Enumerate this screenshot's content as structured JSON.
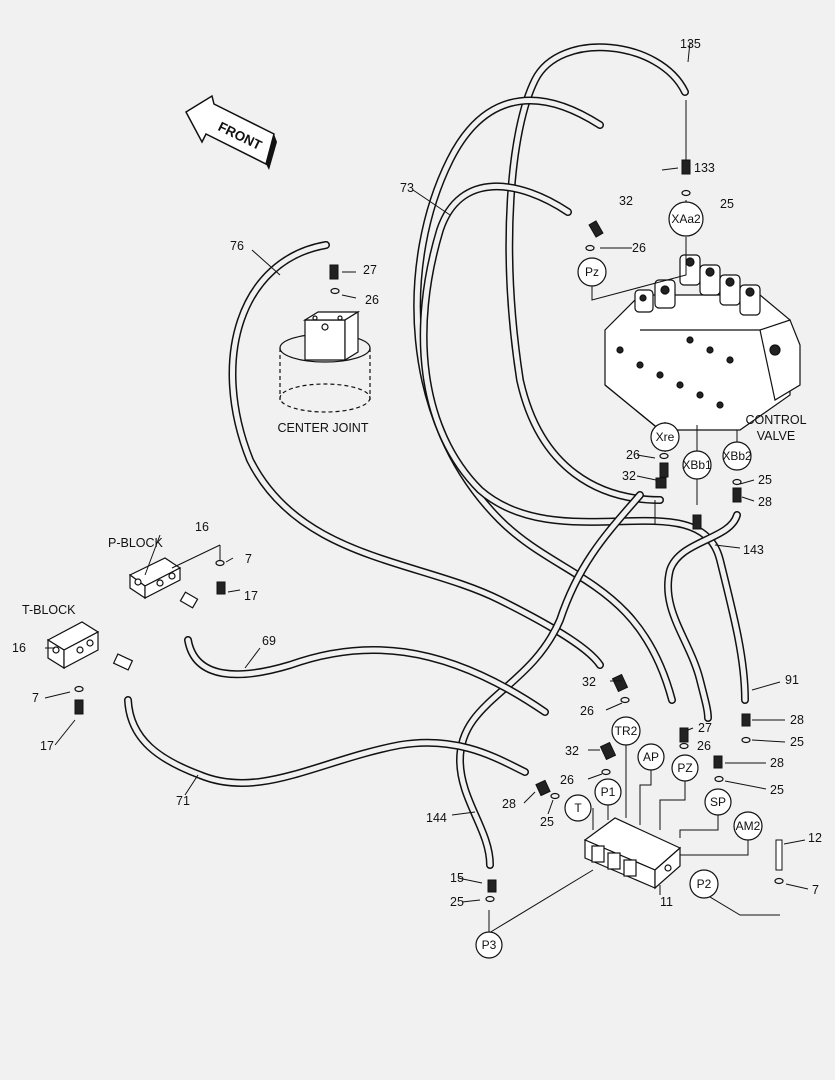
{
  "front_label": "FRONT",
  "components": {
    "center_joint": "CENTER JOINT",
    "control_valve_line1": "CONTROL",
    "control_valve_line2": "VALVE",
    "p_block": "P-BLOCK",
    "t_block": "T-BLOCK"
  },
  "ports": {
    "xaa2": "XAa2",
    "pz_top": "Pz",
    "xre": "Xre",
    "xbb1": "XBb1",
    "xbb2": "XBb2",
    "tr2": "TR2",
    "ap": "AP",
    "pz_low": "PZ",
    "sp": "SP",
    "am2": "AM2",
    "p1": "P1",
    "t": "T",
    "p2": "P2",
    "p3": "P3"
  },
  "callouts": {
    "c135": "135",
    "c133": "133",
    "c25_a": "25",
    "c73": "73",
    "c32_a": "32",
    "c26_a": "26",
    "c76": "76",
    "c27_a": "27",
    "c26_b": "26",
    "c26_c": "26",
    "c32_b": "32",
    "c25_b": "25",
    "c28_a": "28",
    "c143": "143",
    "c16_a": "16",
    "c7_a": "7",
    "c17_a": "17",
    "c16_b": "16",
    "c7_b": "7",
    "c17_b": "17",
    "c69": "69",
    "c71": "71",
    "c32_c": "32",
    "c26_d": "26",
    "c27_b": "27",
    "c26_e": "26",
    "c32_d": "32",
    "c26_f": "26",
    "c28_b": "28",
    "c25_c": "25",
    "c91": "91",
    "c28_c": "28",
    "c25_d": "25",
    "c28_d": "28",
    "c25_e": "25",
    "c12": "12",
    "c7_c": "7",
    "c11": "11",
    "c144": "144",
    "c15": "15",
    "c25_f": "25"
  }
}
